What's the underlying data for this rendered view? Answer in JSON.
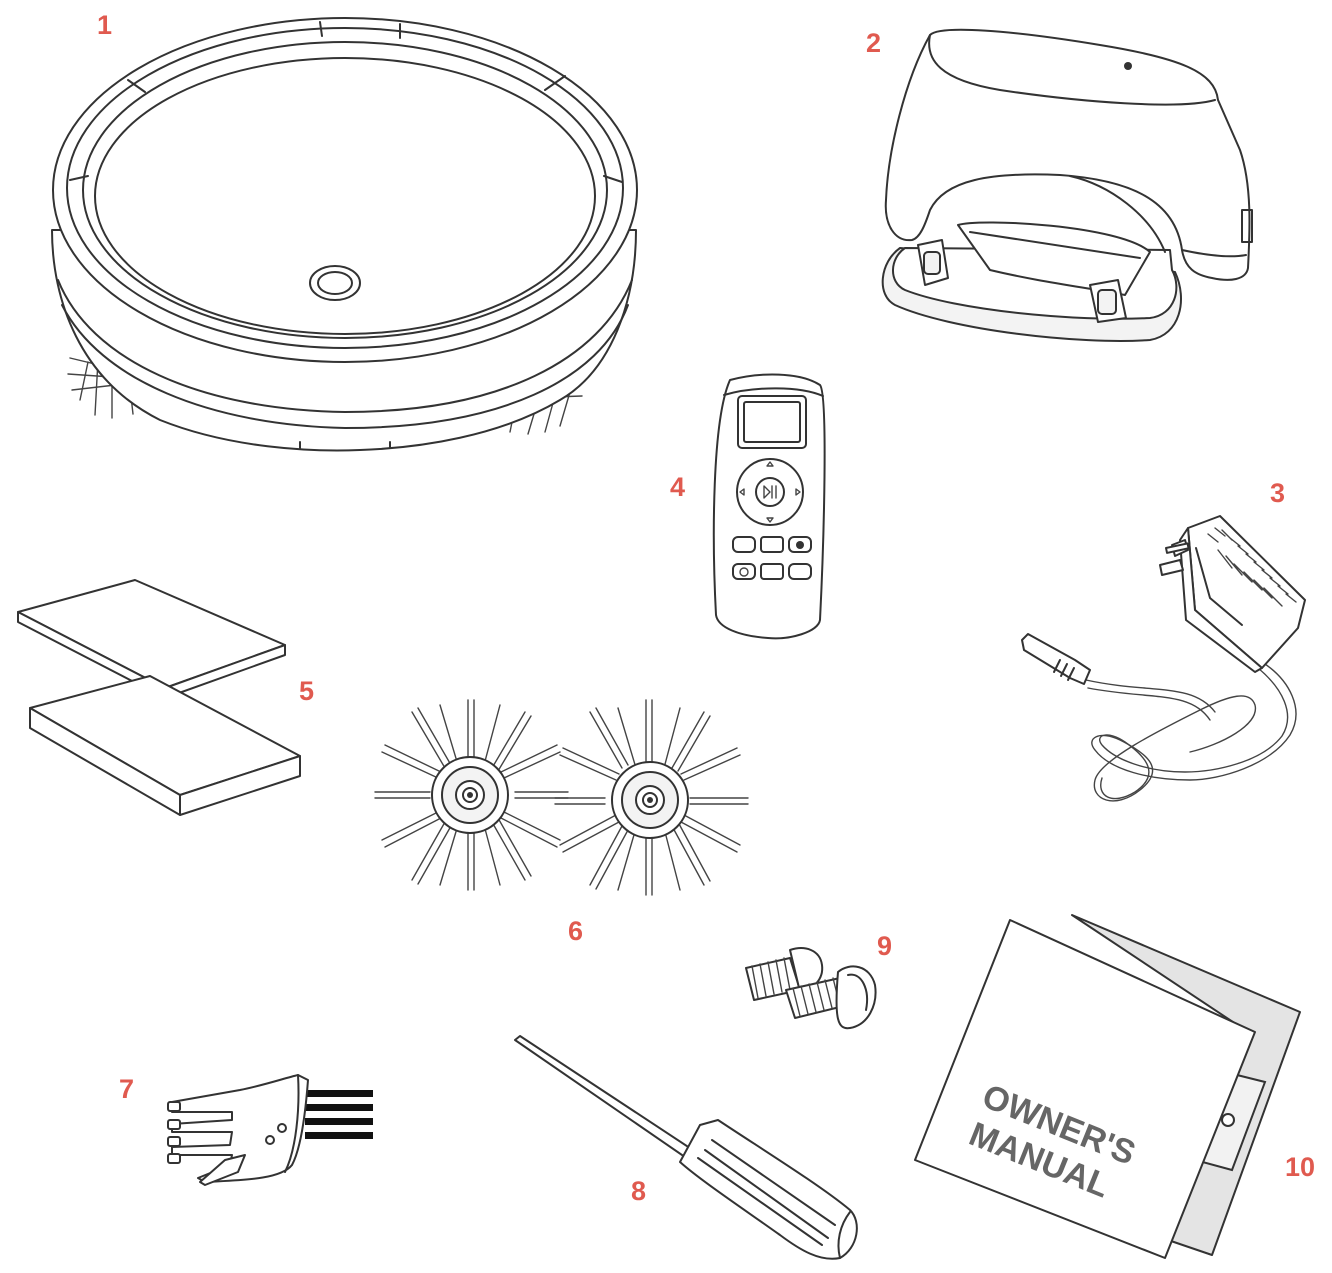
{
  "colors": {
    "label": "#e05a4f",
    "line": "#333333",
    "manual_text": "#666666",
    "fill_gray": "#e4e4e4"
  },
  "labels": [
    "1",
    "2",
    "3",
    "4",
    "5",
    "6",
    "7",
    "8",
    "9",
    "10"
  ],
  "manual": {
    "line1": "OWNER'S",
    "line2": "MANUAL"
  },
  "parts": [
    {
      "id": "1",
      "icon": "robot-vacuum-icon"
    },
    {
      "id": "2",
      "icon": "charging-dock-icon"
    },
    {
      "id": "3",
      "icon": "power-adapter-icon"
    },
    {
      "id": "4",
      "icon": "remote-control-icon"
    },
    {
      "id": "5",
      "icon": "filter-pads-icon"
    },
    {
      "id": "6",
      "icon": "side-brushes-icon"
    },
    {
      "id": "7",
      "icon": "cleaning-tool-icon"
    },
    {
      "id": "8",
      "icon": "screwdriver-icon"
    },
    {
      "id": "9",
      "icon": "screws-icon"
    },
    {
      "id": "10",
      "icon": "owners-manual-icon"
    }
  ]
}
